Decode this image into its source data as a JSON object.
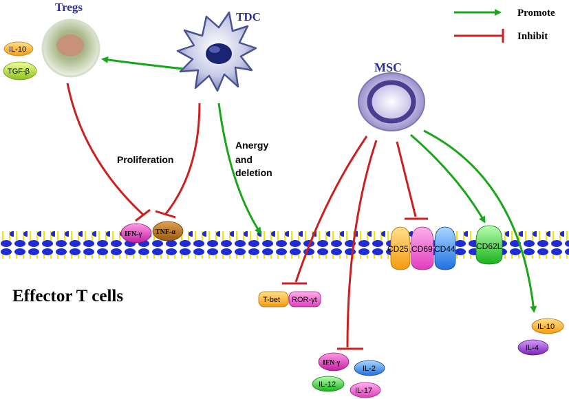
{
  "legend": {
    "promote": "Promote",
    "inhibit": "Inhibit",
    "promote_color": "#1aa61a",
    "inhibit_color": "#cc1f1f"
  },
  "cells": {
    "tregs": "Tregs",
    "tdc": "TDC",
    "msc": "MSC",
    "effector": "Effector T cells"
  },
  "processes": {
    "proliferation": "Proliferation",
    "anergy_line1": "Anergy",
    "anergy_line2": "and",
    "anergy_line3": "deletion"
  },
  "tregs_cytokines": {
    "il10": "IL-10",
    "tgfb": "TGF-β"
  },
  "membrane_cytokines": {
    "ifng": "IFN-γ",
    "tnfa": "TNF-α"
  },
  "receptors": {
    "cd25": "CD25",
    "cd69": "CD69",
    "cd44": "CD44",
    "cd62l": "CD62L"
  },
  "transcription_factors": {
    "tbet": "T-bet",
    "rorgt": "ROR-γt"
  },
  "msc_inhibited": {
    "ifng": "IFN-γ",
    "il2": "IL-2",
    "il12": "IL-12",
    "il17": "IL-17"
  },
  "msc_promoted": {
    "il10": "IL-10",
    "il4": "IL-4"
  },
  "colors": {
    "membrane_blue": "#1f2bd6",
    "membrane_yellow": "#f2e600",
    "cell_label": "#2e3192"
  }
}
